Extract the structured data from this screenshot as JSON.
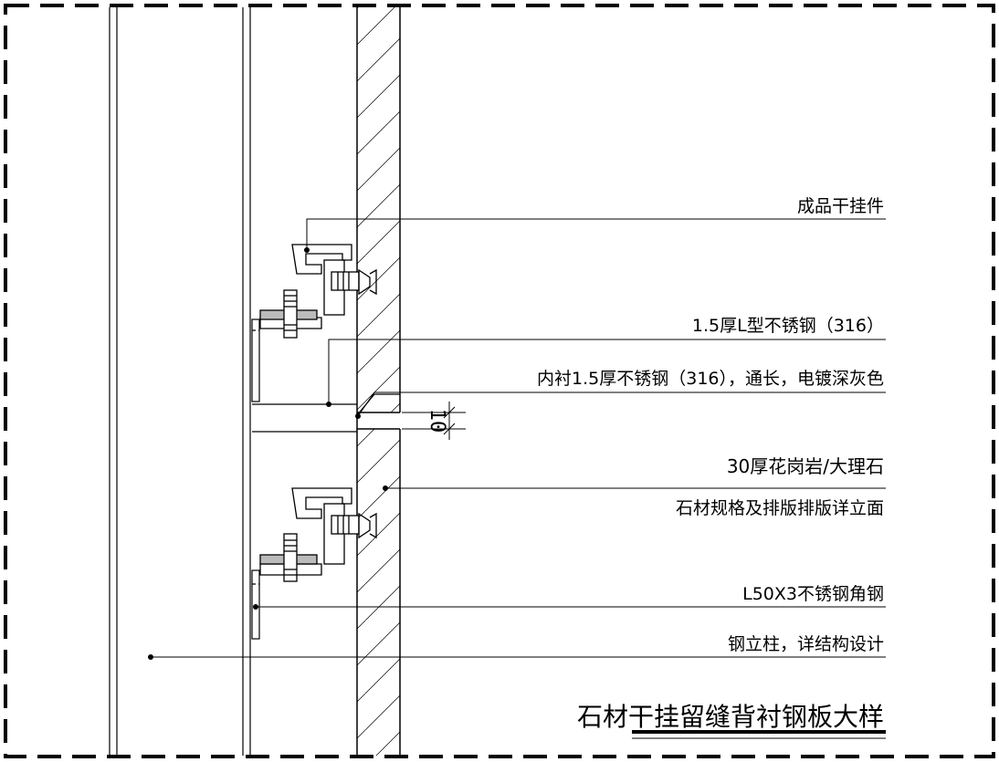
{
  "drawing": {
    "title": "石材干挂留缝背衬钢板大样",
    "labels": {
      "dry_hanger": "成品干挂件",
      "l_stainless": "1.5厚L型不锈钢（316）",
      "inner_lining": "内衬1.5厚不锈钢（316），通长，电镀深灰色",
      "granite": "30厚花岗岩/大理石",
      "stone_spec": "石材规格及排版排版详立面",
      "angle_steel": "L50X3不锈钢角钢",
      "steel_column": "钢立柱，详结构设计"
    },
    "dimension": "10"
  }
}
